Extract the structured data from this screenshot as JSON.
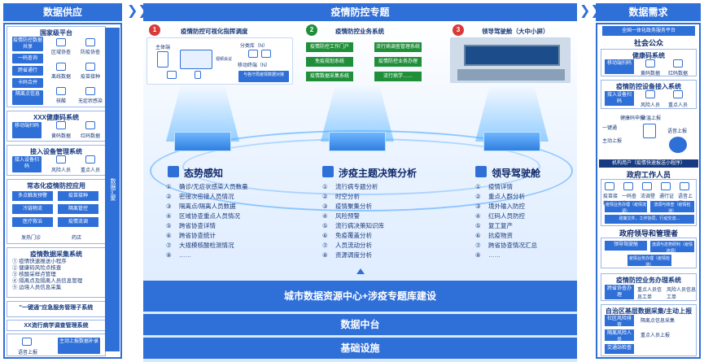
{
  "left": {
    "header": "数据供应",
    "vbar": "数据汇聚",
    "national": {
      "title": "国家级平台",
      "buttons": [
        "疫情防控数据共享",
        "一码查询",
        "跨省通行",
        "卡码合并",
        "隔离点信息"
      ],
      "items": [
        "区域协查",
        "防疫协查",
        "离线数据",
        "疫苗接种",
        "核酸",
        "无症状感染"
      ]
    },
    "health": {
      "title": "XXX健康码系统",
      "button": "移动端扫码",
      "items": [
        "黄码数据",
        "红码数据"
      ]
    },
    "device": {
      "title": "接入设备管理系统",
      "button": "接入设备扫码",
      "items": [
        "风险人员",
        "重点人员"
      ]
    },
    "apps": {
      "title": "常态化疫情防控应用",
      "buttons": [
        "多点触发预警",
        "疫苗接种",
        "冷链物流",
        "隔离管控",
        "医疗救治",
        "疫情流调"
      ],
      "items": [
        "发热门诊",
        "药店"
      ]
    },
    "service": {
      "title": "疫情数据采集系统",
      "lines": [
        "① 疫情快速报送小程序",
        "② 健康码风险点核查",
        "③ 核酸采样点管理",
        "④ 隔离点及隔离人员信息管理",
        "⑤ 边境人员信息采集"
      ]
    },
    "onekey": "\"一键通\"应急服务管理子系统",
    "epi": "XX流行病学调查管理系统",
    "bottom": {
      "left": "语音上报",
      "right": "主动上报数据补录"
    }
  },
  "center": {
    "header": "疫情防控专题",
    "steps": [
      {
        "num": "1",
        "label": "疫情防控可视化指挥调度"
      },
      {
        "num": "2",
        "label": "疫情防控业务系统"
      },
      {
        "num": "3",
        "label": "领导驾驶舱（大中小屏）"
      }
    ],
    "step1_card": {
      "left": "主体端",
      "right": "分类库（N）",
      "mid": "移动终端（N）",
      "bottom": "与各厅局疫情数据对接",
      "tag": "视频会议"
    },
    "step2_buttons": [
      "疫情防控工作门户",
      "流行病调查管理系统",
      "免疫规划系统",
      "疫情防控业务办理",
      "疫情数据采集系统",
      "流行病学……"
    ],
    "columns": [
      {
        "title": "态势感知",
        "rows": [
          {
            "n": "①",
            "t": "确诊/无症状感染人员数量"
          },
          {
            "n": "②",
            "t": "密接次密接人员情况"
          },
          {
            "n": "③",
            "t": "隔离点/隔离人员数据"
          },
          {
            "n": "④",
            "t": "区域协查重点人员情况"
          },
          {
            "n": "⑤",
            "t": "跨省协查详情"
          },
          {
            "n": "⑥",
            "t": "跨省协查统计"
          },
          {
            "n": "⑦",
            "t": "大规模核酸检测情况"
          },
          {
            "n": "⑧",
            "t": "……"
          }
        ]
      },
      {
        "title": "涉疫主题决策分析",
        "rows": [
          {
            "n": "①",
            "t": "流行病专题分析"
          },
          {
            "n": "②",
            "t": "时空分析"
          },
          {
            "n": "③",
            "t": "疫情聚集分析"
          },
          {
            "n": "④",
            "t": "风险预警"
          },
          {
            "n": "⑤",
            "t": "流行病决策知识库"
          },
          {
            "n": "⑥",
            "t": "免疫覆盖分析"
          },
          {
            "n": "⑦",
            "t": "人员流动分析"
          },
          {
            "n": "⑧",
            "t": "资源调度分析"
          }
        ]
      },
      {
        "title": "领导驾驶舱",
        "rows": [
          {
            "n": "①",
            "t": "疫情详情"
          },
          {
            "n": "②",
            "t": "重点人群分析"
          },
          {
            "n": "③",
            "t": "境外输入防控"
          },
          {
            "n": "④",
            "t": "红码人员防控"
          },
          {
            "n": "⑤",
            "t": "复工复产"
          },
          {
            "n": "⑥",
            "t": "抗疫物资"
          },
          {
            "n": "⑦",
            "t": "跨省协查情况汇总"
          },
          {
            "n": "⑧",
            "t": "……"
          }
        ]
      }
    ],
    "base": [
      "城市数据资源中心+涉疫专题库建设",
      "数据中台",
      "基础设施"
    ]
  },
  "right": {
    "header": "数据需求",
    "top_btn": "全国一体化政务服务平台",
    "public": "社会公众",
    "health": {
      "title": "健康码系统",
      "button": "移动端扫码",
      "items": [
        "黄码数据",
        "红码数据"
      ]
    },
    "device": {
      "title": "疫情防控设备接入系统",
      "button": "接入设备扫码",
      "items": [
        "风险人员",
        "重点人员"
      ]
    },
    "report": {
      "items": [
        "一键通",
        "健康码申报",
        "主动上报",
        "体温上报",
        "语音上报"
      ]
    },
    "org": "机构用户（疫情快速报送小程序）",
    "gov": "政府工作人员",
    "gov_items": [
      "疫苗接种",
      "一码查询",
      "流调登记",
      "通行证",
      "语音上报"
    ],
    "gov_btns": [
      "疫情业务办理（疫情流调）",
      "流调与核查（疫情检测）",
      "政策文件、工作协同、行动交流…"
    ],
    "leader": "政府领导和管理者",
    "leader_btns": [
      "领导驾驶舱",
      "流调与态势研判（疫情流调）",
      "疫情业务办理（疫情检测）"
    ],
    "bizsys": {
      "title": "疫情防控业务办理系统",
      "button": "跨省协查办理",
      "items": [
        "重点人员信息工单",
        "风险人员信息工单"
      ]
    },
    "grassroots": {
      "title": "自治区基层数据采集/主动上报",
      "items": [
        "社区风险排查",
        "隔离点信息采集",
        "隔离风险人员",
        "交通站检查",
        "重点人员上报"
      ]
    }
  }
}
